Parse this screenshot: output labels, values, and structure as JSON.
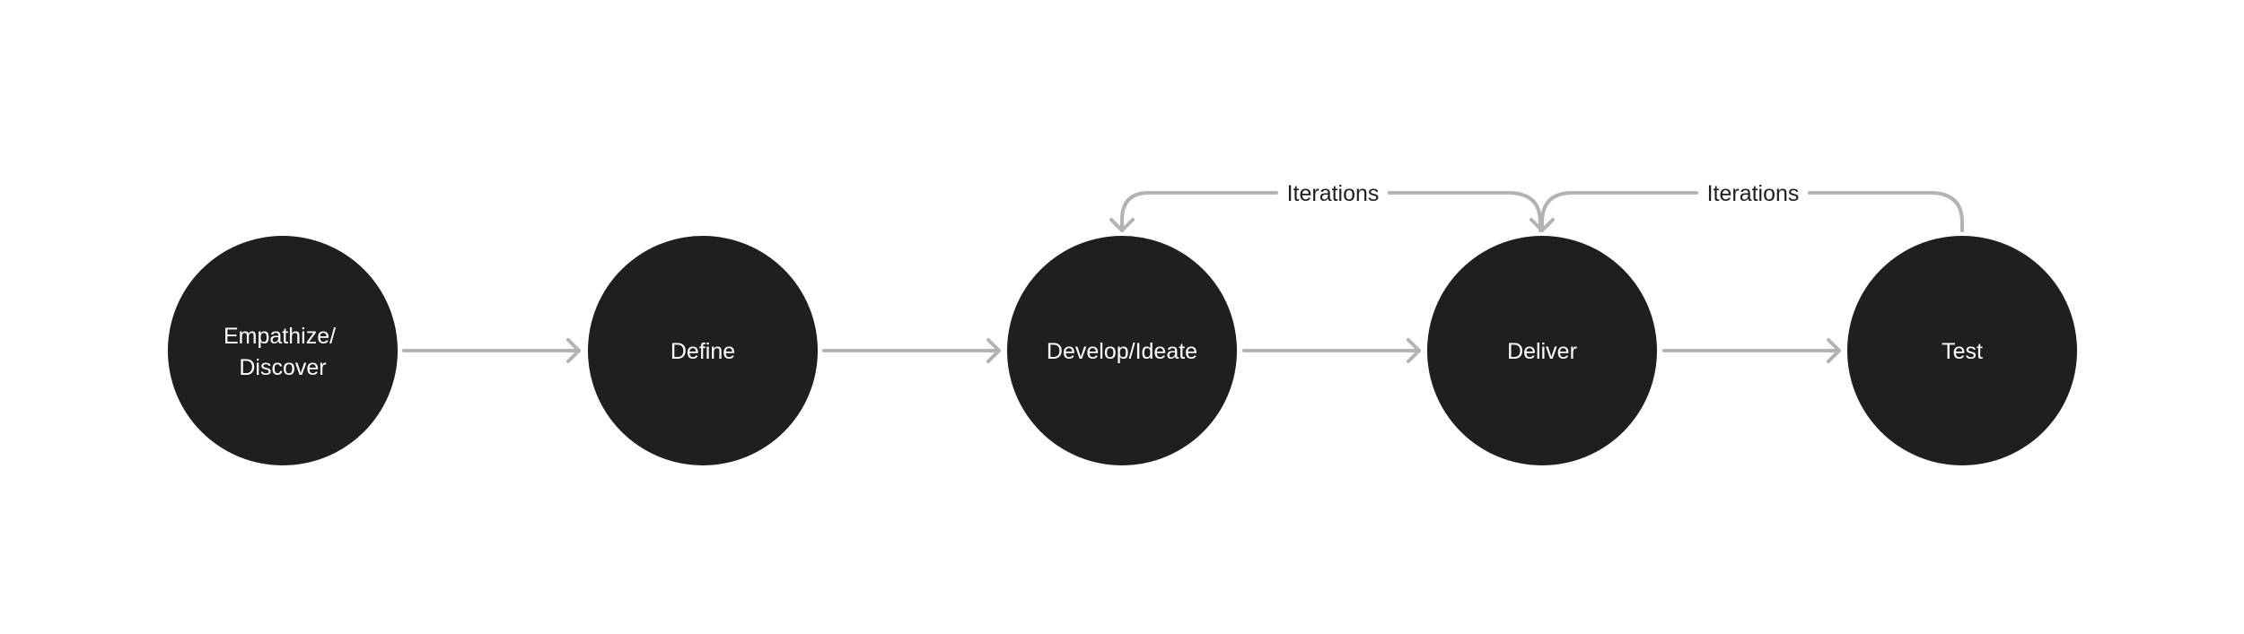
{
  "colors": {
    "node_fill": "#1f1f1f",
    "node_text": "#ffffff",
    "connector": "#b3b3b3",
    "label_text": "#1f1f1f"
  },
  "stages": [
    {
      "label_lines": [
        "Empathize/",
        "Discover"
      ]
    },
    {
      "label_lines": [
        "Define"
      ]
    },
    {
      "label_lines": [
        "Develop/Ideate"
      ]
    },
    {
      "label_lines": [
        "Deliver"
      ]
    },
    {
      "label_lines": [
        "Test"
      ]
    }
  ],
  "iterations": [
    {
      "label": "Iterations",
      "from_stage": 3,
      "to_stage": 2
    },
    {
      "label": "Iterations",
      "from_stage": 4,
      "to_stage": 3
    }
  ]
}
